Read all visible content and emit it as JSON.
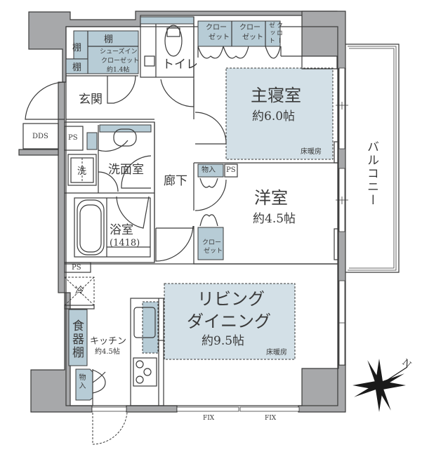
{
  "colors": {
    "wall": "#a7a8aa",
    "storage_fill": "#b7ccd6",
    "room_fill": "#d3e0e7",
    "line": "#3a3a3a",
    "background": "#ffffff"
  },
  "rooms": {
    "master_bedroom": {
      "name": "主寝室",
      "area": "約6.0帖",
      "floor_heating": "床暖房"
    },
    "western_room": {
      "name": "洋室",
      "area": "約4.5帖"
    },
    "living_dining": {
      "name_line1": "リビング",
      "name_line2": "ダイニング",
      "area": "約9.5帖",
      "floor_heating": "床暖房"
    },
    "kitchen": {
      "name": "キッチン",
      "area": "約4.5帖"
    },
    "entrance": {
      "name": "玄関"
    },
    "toilet": {
      "name": "トイレ"
    },
    "washroom": {
      "name": "洗面室"
    },
    "bathroom": {
      "name": "浴室",
      "size": "(1418)"
    },
    "hallway": {
      "name": "廊下"
    },
    "balcony": {
      "name": "バルコニー"
    }
  },
  "storage": {
    "shoe_closet_line1": "シューズイン",
    "shoe_closet_line2": "クローゼット",
    "shoe_closet_area": "約1.4帖",
    "shelf": "棚",
    "closet_line1": "クロー",
    "closet_line2": "ゼット",
    "small_closet_col1": "クロー",
    "small_closet_col2": "ゼット",
    "storage_room": "物入",
    "dish_cabinet": "食器棚",
    "washing_machine": "洗",
    "fridge": "冷"
  },
  "utility": {
    "dds": "DDS",
    "ps": "PS"
  },
  "windows": {
    "fix1": "FIX",
    "fix2": "FIX"
  },
  "compass": {
    "north_label": "N"
  }
}
